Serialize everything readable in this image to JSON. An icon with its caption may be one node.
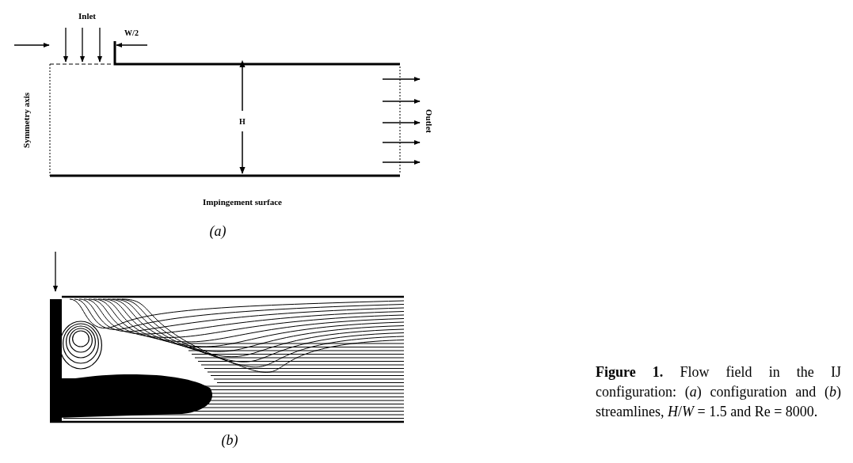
{
  "diagram": {
    "caption": "**Figure 1.** Flow field in the IJ configuration: (*a*) configuration and (*b*) streamlines, *H*/*W* = 1.5 and Re = 8000.",
    "labels": [
      "Inlet",
      "W/2",
      "Symmetry axis",
      "H",
      "Outlet",
      "Impingement surface",
      "(a)",
      "(b)"
    ]
  }
}
